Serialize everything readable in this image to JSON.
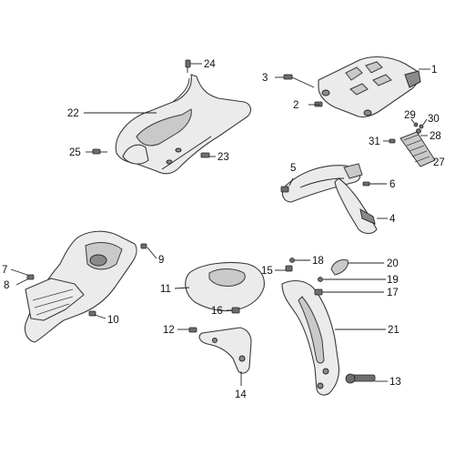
{
  "callouts": [
    {
      "id": "c1",
      "label": "1"
    },
    {
      "id": "c2",
      "label": "2"
    },
    {
      "id": "c3",
      "label": "3"
    },
    {
      "id": "c4",
      "label": "4"
    },
    {
      "id": "c5",
      "label": "5"
    },
    {
      "id": "c6",
      "label": "6"
    },
    {
      "id": "c7",
      "label": "7"
    },
    {
      "id": "c8",
      "label": "8"
    },
    {
      "id": "c9",
      "label": "9"
    },
    {
      "id": "c10",
      "label": "10"
    },
    {
      "id": "c11",
      "label": "11"
    },
    {
      "id": "c12",
      "label": "12"
    },
    {
      "id": "c13",
      "label": "13"
    },
    {
      "id": "c14",
      "label": "14"
    },
    {
      "id": "c15",
      "label": "15"
    },
    {
      "id": "c16",
      "label": "16"
    },
    {
      "id": "c17",
      "label": "17"
    },
    {
      "id": "c18",
      "label": "18"
    },
    {
      "id": "c19",
      "label": "19"
    },
    {
      "id": "c20",
      "label": "20"
    },
    {
      "id": "c21",
      "label": "21"
    },
    {
      "id": "c22",
      "label": "22"
    },
    {
      "id": "c23",
      "label": "23"
    },
    {
      "id": "c24",
      "label": "24"
    },
    {
      "id": "c25",
      "label": "25"
    },
    {
      "id": "c27",
      "label": "27"
    },
    {
      "id": "c28",
      "label": "28"
    },
    {
      "id": "c29",
      "label": "29"
    },
    {
      "id": "c30",
      "label": "30"
    },
    {
      "id": "c31",
      "label": "31"
    }
  ]
}
